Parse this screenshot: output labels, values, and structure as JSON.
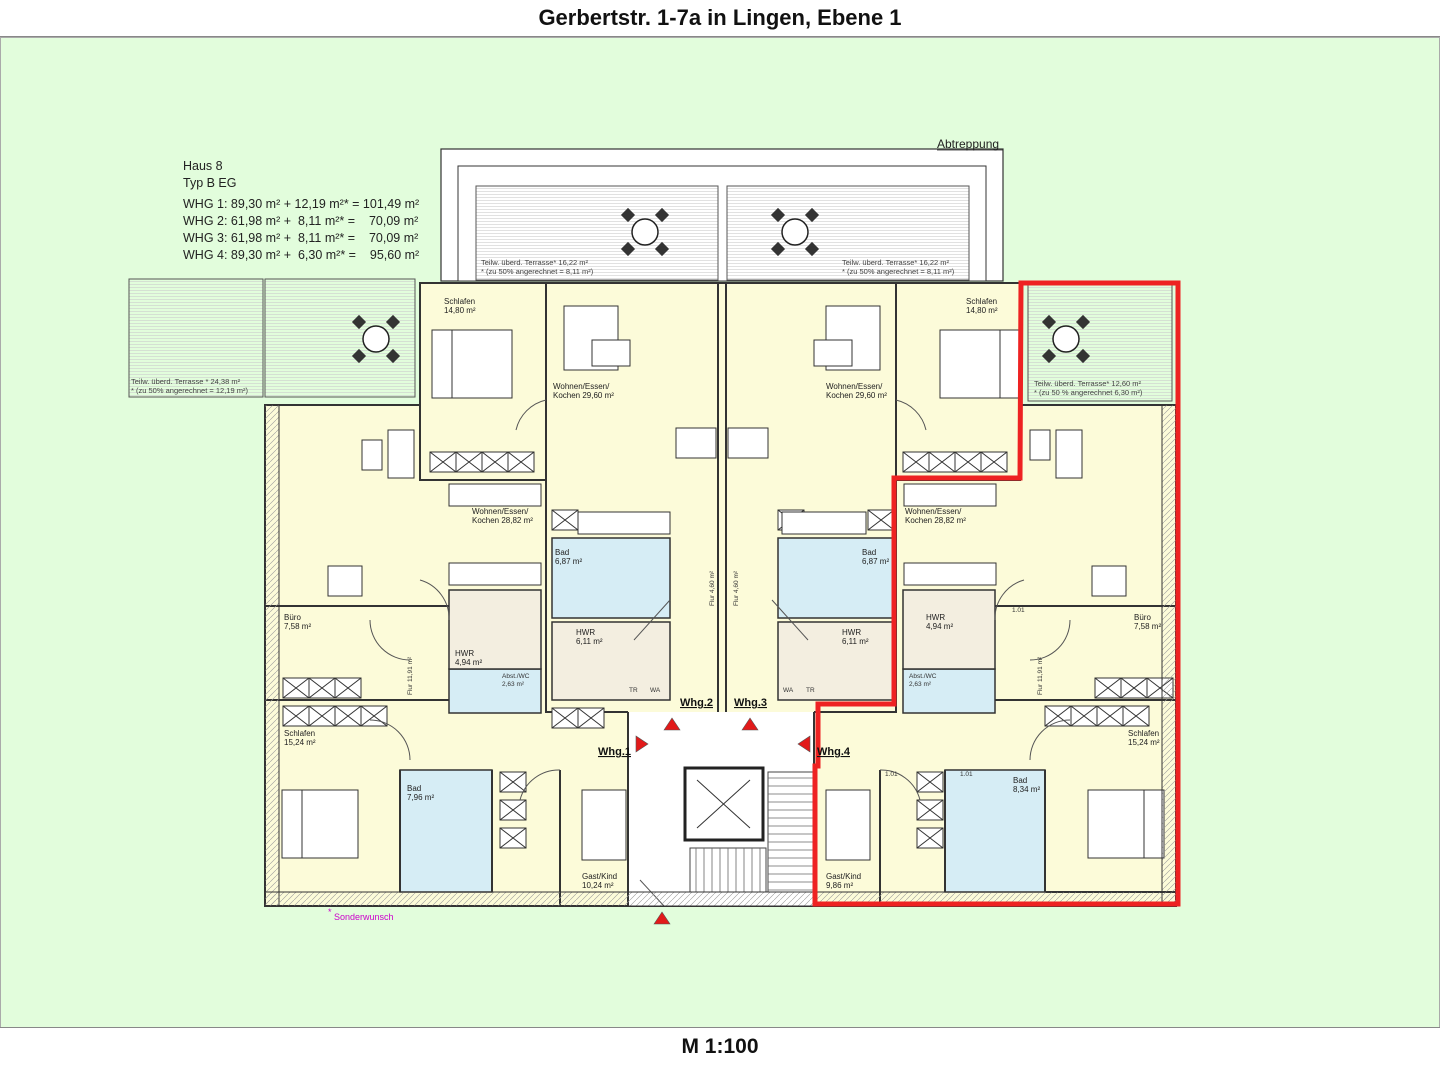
{
  "title": "Gerbertstr. 1-7a in Lingen, Ebene 1",
  "scale": "M 1:100",
  "info": {
    "haus": "Haus 8",
    "typ": "Typ B   EG",
    "rows": [
      "WHG 1: 89,30 m² + 12,19 m²* = 101,49 m²",
      "WHG 2: 61,98 m² +  8,11 m²* =    70,09 m²",
      "WHG 3: 61,98 m² +  8,11 m²* =    70,09 m²",
      "WHG 4: 89,30 m² +  6,30 m²* =    95,60 m²"
    ]
  },
  "labels": {
    "abtreppung": "Abtreppung",
    "sonderwunsch": "Sonderwunsch",
    "whg1": "Whg.1",
    "whg2": "Whg.2",
    "whg3": "Whg.3",
    "whg4": "Whg.4"
  },
  "terraces": {
    "left_l1": "Teilw. überd. Terrasse * 24,38 m²",
    "left_l2": "* (zu 50% angerechnet = 12,19 m²)",
    "top_left_l1": "Teilw. überd. Terrasse* 16,22 m²",
    "top_left_l2": "* (zu 50% angerechnet = 8,11 m²)",
    "top_right_l1": "Teilw. überd. Terrasse* 16,22 m²",
    "top_right_l2": "* (zu 50% angerechnet = 8,11 m²)",
    "right_l1": "Teilw. überd. Terrasse* 12,60  m²",
    "right_l2": "* (zu 50 % angerechnet 6,30 m²)"
  },
  "rooms": {
    "schlafen_tl_name": "Schlafen",
    "schlafen_tl_area": "14,80 m²",
    "schlafen_tr_name": "Schlafen",
    "schlafen_tr_area": "14,80 m²",
    "wohnen2_name": "Wohnen/Essen/",
    "wohnen2_area": "Kochen 29,60 m²",
    "wohnen3_name": "Wohnen/Essen/",
    "wohnen3_area": "Kochen 29,60 m²",
    "wohnen1_name": "Wohnen/Essen/",
    "wohnen1_area": "Kochen 28,82 m²",
    "wohnen4_name": "Wohnen/Essen/",
    "wohnen4_area": "Kochen 28,82 m²",
    "bad2_name": "Bad",
    "bad2_area": "6,87 m²",
    "bad3_name": "Bad",
    "bad3_area": "6,87 m²",
    "hwr2_name": "HWR",
    "hwr2_area": "6,11 m²",
    "hwr3_name": "HWR",
    "hwr3_area": "6,11 m²",
    "hwr1_name": "HWR",
    "hwr1_area": "4,94 m²",
    "hwr4_name": "HWR",
    "hwr4_area": "4,94 m²",
    "buero1_name": "Büro",
    "buero1_area": "7,58 m²",
    "buero4_name": "Büro",
    "buero4_area": "7,58 m²",
    "schlafen1_name": "Schlafen",
    "schlafen1_area": "15,24 m²",
    "schlafen4_name": "Schlafen",
    "schlafen4_area": "15,24 m²",
    "bad1_name": "Bad",
    "bad1_area": "7,96 m²",
    "bad4_name": "Bad",
    "bad4_area": "8,34 m²",
    "gast1_name": "Gast/Kind",
    "gast1_area": "10,24 m²",
    "gast4_name": "Gast/Kind",
    "gast4_area": "9,86 m²",
    "abst1_name": "Abst./WC",
    "abst1_area": "2,63 m²",
    "abst4_name": "Abst./WC",
    "abst4_area": "2,63 m²",
    "flur1": "Flur 11,91 m²",
    "flur4": "Flur 11,91 m²",
    "flur2": "Flur 4,60 m²",
    "flur3": "Flur 4,60 m²",
    "tr": "TR",
    "wa": "WA",
    "dim": "1.01"
  }
}
